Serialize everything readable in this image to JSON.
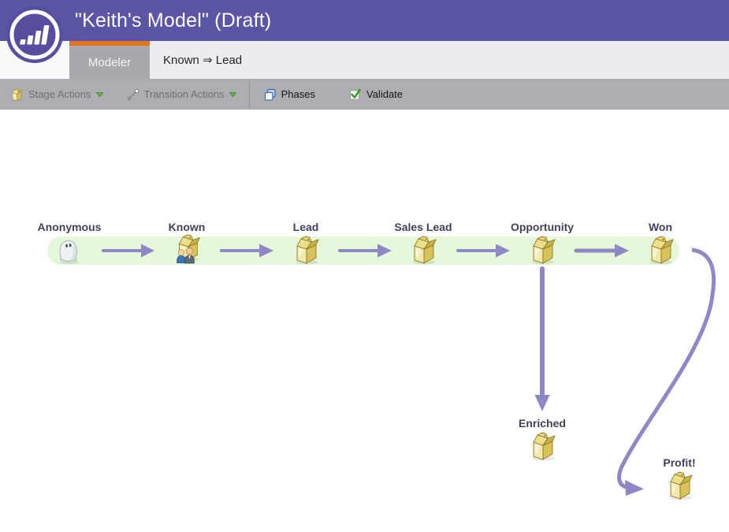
{
  "header": {
    "title": "\"Keith's Model\" (Draft)",
    "logo_icon": "marketo-bars-icon"
  },
  "tabs": {
    "modeler_label": "Modeler",
    "document_label": "Known ⇒ Lead"
  },
  "toolbar": {
    "stage_actions": {
      "label": "Stage Actions",
      "icon": "box-icon",
      "caret_icon": "caret-down-icon",
      "enabled": false
    },
    "transition_actions": {
      "label": "Transition Actions",
      "icon": "connector-icon",
      "caret_icon": "caret-down-icon",
      "enabled": false
    },
    "phases": {
      "label": "Phases",
      "icon": "layers-icon",
      "enabled": true
    },
    "validate": {
      "label": "Validate",
      "icon": "check-icon",
      "enabled": true
    }
  },
  "diagram": {
    "stages": [
      {
        "label": "Anonymous",
        "icon": "ghost-icon"
      },
      {
        "label": "Known",
        "icon": "box-people-icon"
      },
      {
        "label": "Lead",
        "icon": "box-icon"
      },
      {
        "label": "Sales Lead",
        "icon": "box-icon"
      },
      {
        "label": "Opportunity",
        "icon": "box-icon"
      },
      {
        "label": "Won",
        "icon": "box-icon"
      },
      {
        "label": "Enriched",
        "icon": "box-icon"
      },
      {
        "label": "Profit!",
        "icon": "box-icon"
      }
    ],
    "transitions": [
      {
        "from": "Anonymous",
        "to": "Known"
      },
      {
        "from": "Known",
        "to": "Lead"
      },
      {
        "from": "Lead",
        "to": "Sales Lead"
      },
      {
        "from": "Sales Lead",
        "to": "Opportunity"
      },
      {
        "from": "Opportunity",
        "to": "Won"
      },
      {
        "from": "Opportunity",
        "to": "Enriched"
      },
      {
        "from": "Won",
        "to": "Profit!"
      }
    ]
  },
  "colors": {
    "header_purple": "#5a55a5",
    "logo_purple": "#564fa0",
    "accent_orange": "#e2761c",
    "tab_bar_gray": "#ececf1",
    "active_tab_gray": "#a9a8ac",
    "toolbar_gray": "#aeadb1",
    "band_green": "#e6f8d9",
    "arrow_purple": "#8e88c8",
    "stage_label_navy": "#41415c",
    "caret_green": "#5ea844"
  }
}
